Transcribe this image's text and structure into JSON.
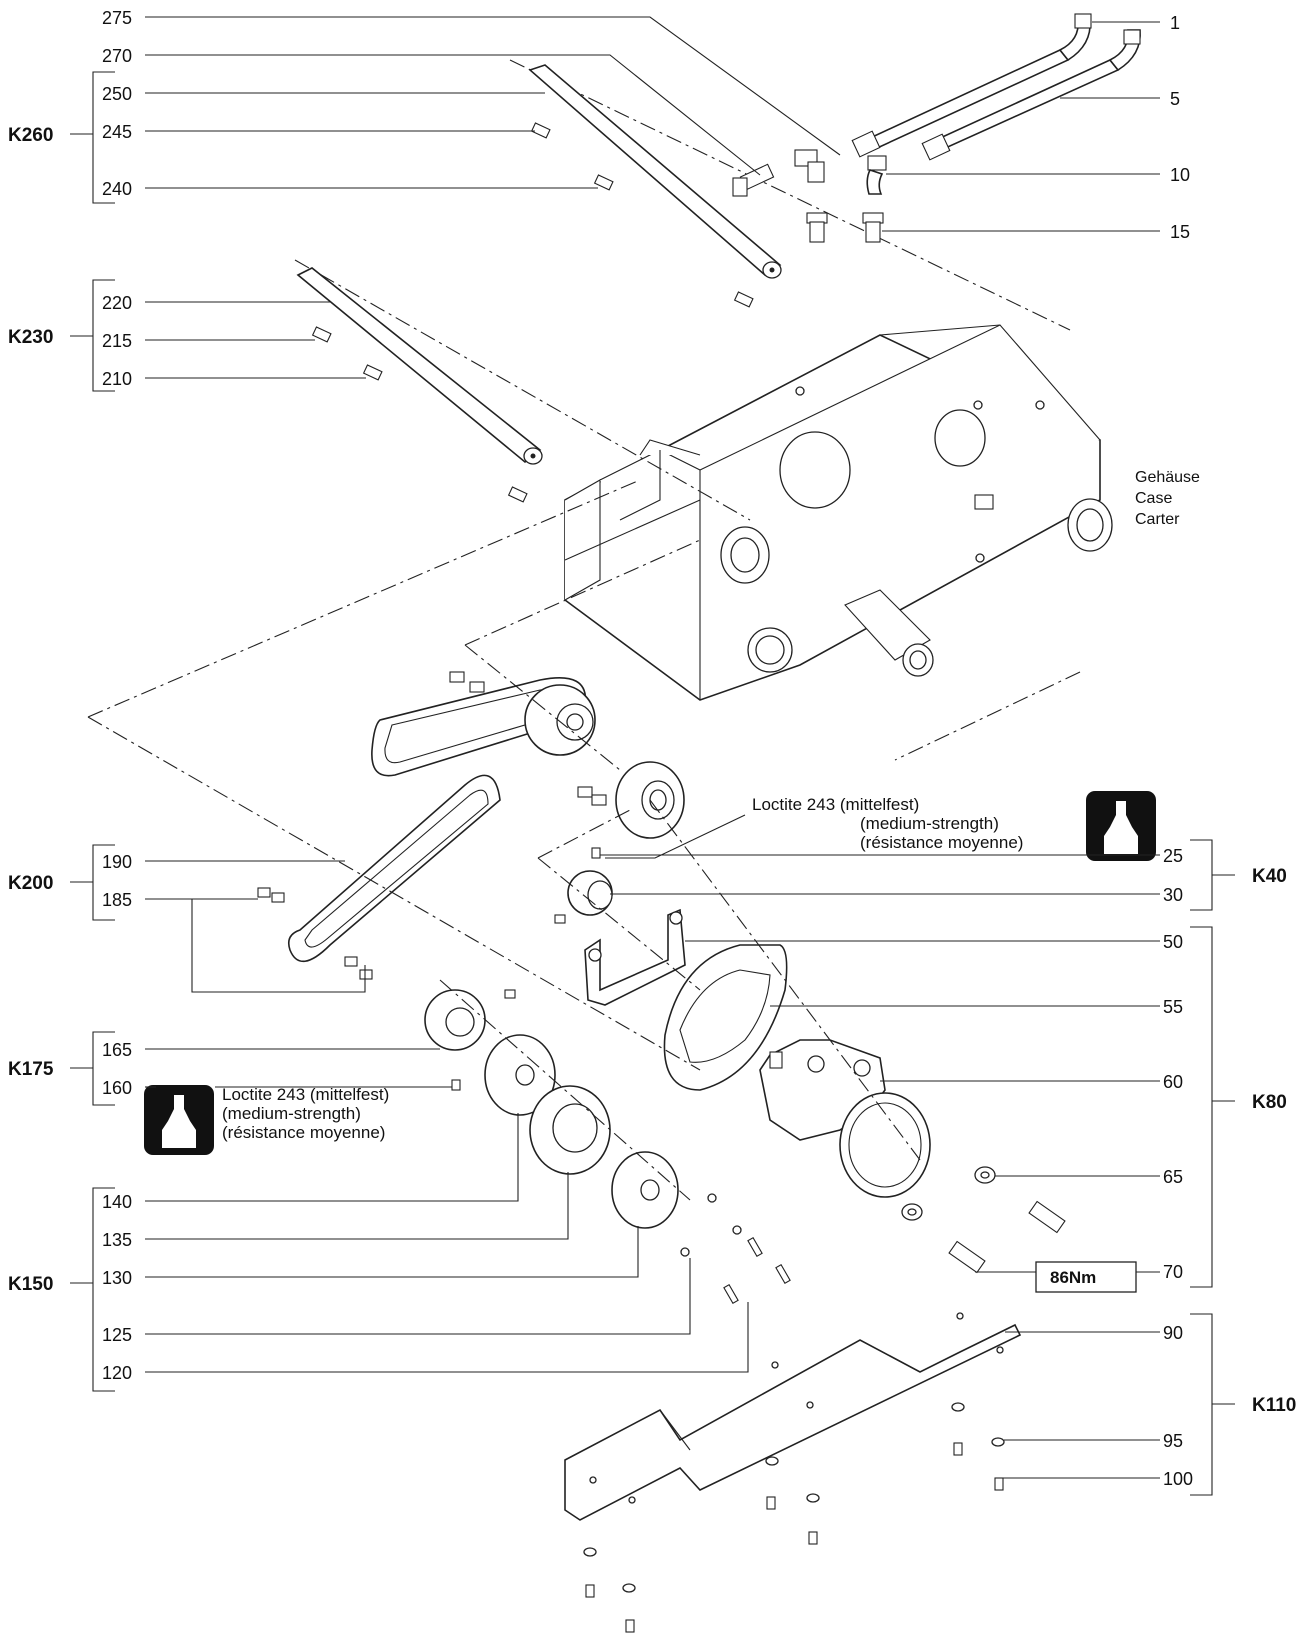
{
  "case_label": {
    "line1": "Gehäuse",
    "line2": "Case",
    "line3": "Carter"
  },
  "loctite_notes": [
    {
      "line1": "Loctite 243 (mittelfest)",
      "line2": "(medium-strength)",
      "line3": "(résistance moyenne)"
    },
    {
      "line1": "Loctite 243 (mittelfest)",
      "line2": "(medium-strength)",
      "line3": "(résistance moyenne)"
    }
  ],
  "torque_label": "86Nm",
  "left_callouts": [
    "275",
    "270",
    "250",
    "245",
    "240",
    "220",
    "215",
    "210",
    "190",
    "185",
    "165",
    "160",
    "140",
    "135",
    "130",
    "125",
    "120"
  ],
  "right_callouts": [
    "1",
    "5",
    "10",
    "15",
    "25",
    "30",
    "50",
    "55",
    "60",
    "65",
    "70",
    "90",
    "95",
    "100"
  ],
  "groups": {
    "k260": "K260",
    "k230": "K230",
    "k200": "K200",
    "k175": "K175",
    "k150": "K150",
    "k40": "K40",
    "k80": "K80",
    "k110": "K110"
  },
  "icons": [
    "loctite-bottle-icon"
  ]
}
